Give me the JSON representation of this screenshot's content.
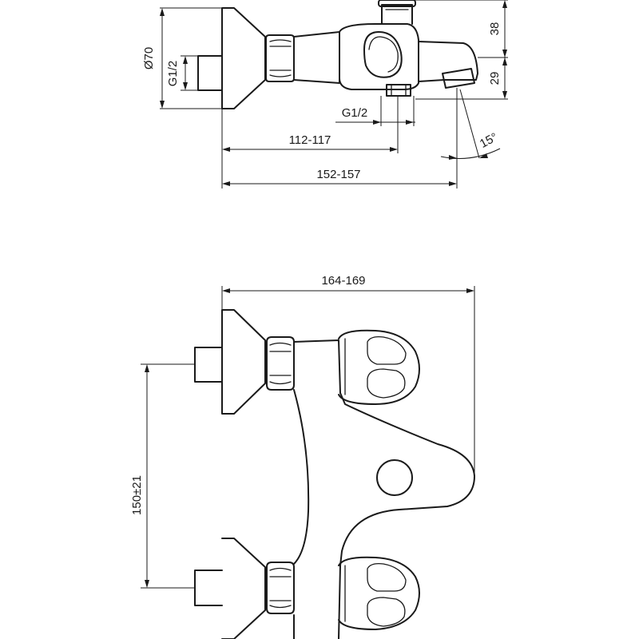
{
  "side_view": {
    "dim_diameter": "Ø70",
    "dim_inlet_thread": "G1/2",
    "dim_outlet_thread": "G1/2",
    "dim_inlet_to_outlet": "112-117",
    "dim_overall_depth": "152-157",
    "dim_height_upper": "38",
    "dim_height_lower": "29",
    "dim_spout_angle": "15°"
  },
  "top_view": {
    "dim_overall_width": "164-169",
    "dim_center_distance": "150±21"
  }
}
